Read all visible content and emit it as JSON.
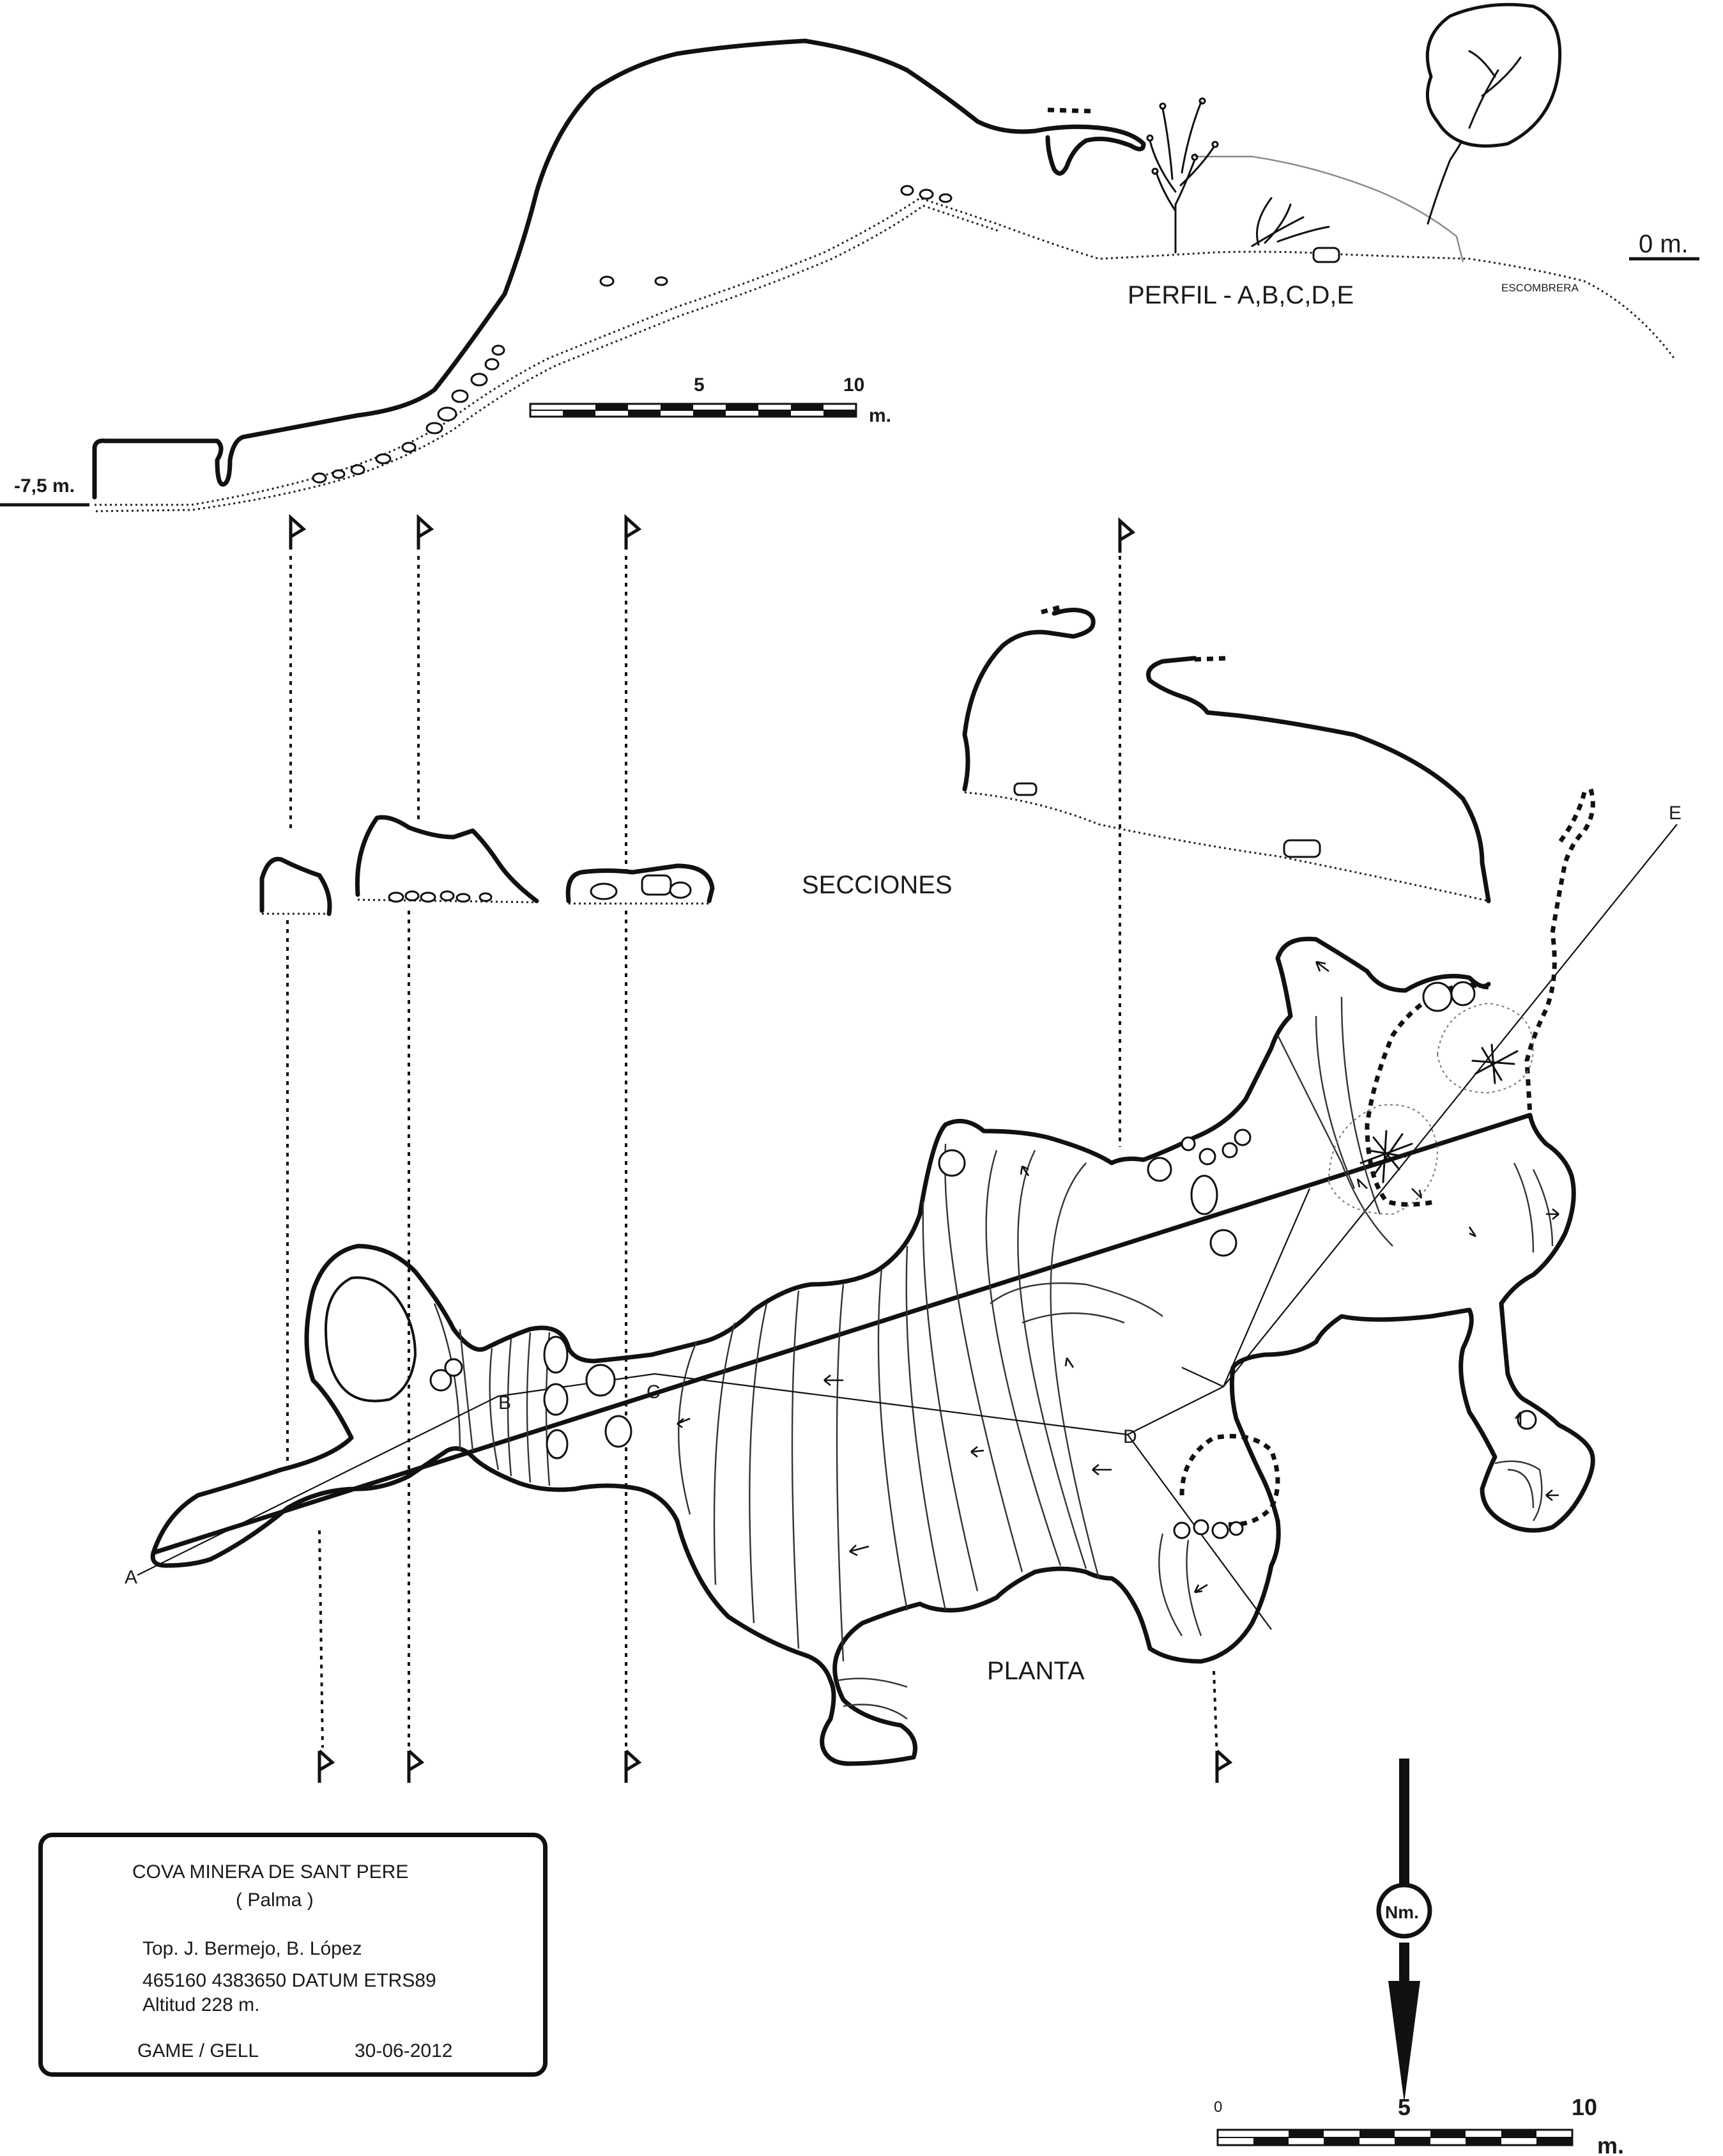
{
  "profile": {
    "title": "PERFIL - A,B,C,D,E",
    "top_level_label": "0 m.",
    "bottom_level_label": "-7,5 m.",
    "spoil_label": "ESCOMBRERA",
    "scale": {
      "tick_5": "5",
      "tick_10": "10",
      "unit": "m."
    }
  },
  "sections": {
    "title": "SECCIONES"
  },
  "plan": {
    "title": "PLANTA",
    "stations": [
      "A",
      "B",
      "C",
      "D",
      "E"
    ]
  },
  "north_arrow": {
    "label": "Nm."
  },
  "plan_scale": {
    "tick_0": "0",
    "tick_5": "5",
    "tick_10": "10",
    "unit": "m."
  },
  "info": {
    "cave_name": "COVA MINERA DE SANT PERE",
    "municipality": "( Palma )",
    "surveyors": "Top. J. Bermejo, B. López",
    "coordinates": "465160 4383650 DATUM ETRS89",
    "altitude": "Altitud  228 m.",
    "group": "GAME / GELL",
    "date": "30-06-2012"
  }
}
